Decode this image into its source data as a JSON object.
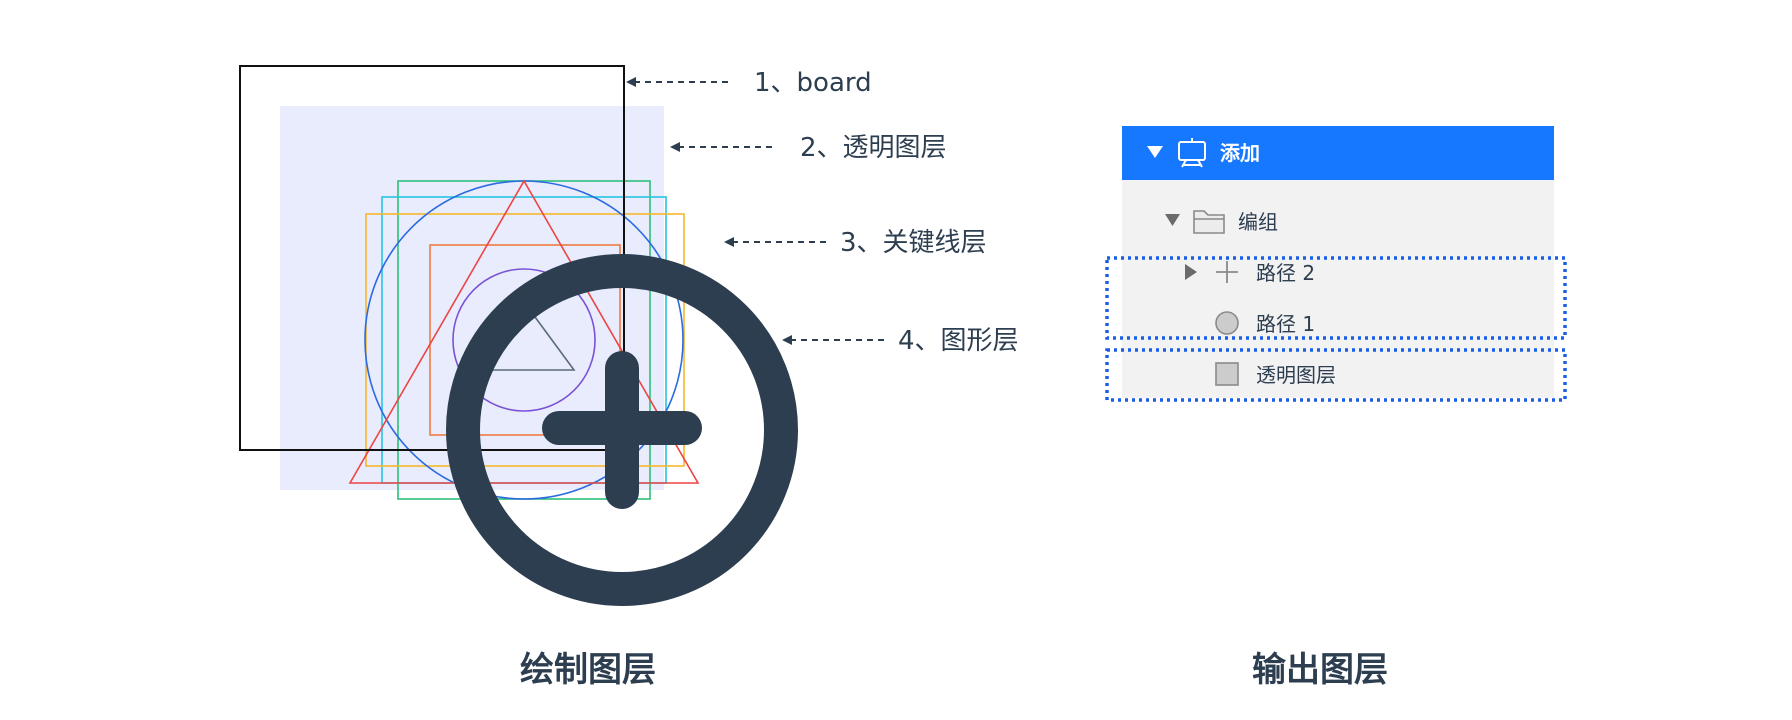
{
  "callouts": {
    "board": "1、board",
    "transparent": "2、透明图层",
    "keyline": "3、关键线层",
    "shape": "4、图形层"
  },
  "captions": {
    "draw": "绘制图层",
    "output": "输出图层"
  },
  "layers_panel": {
    "title": "添加",
    "rows": [
      {
        "label": "编组",
        "icon": "folder-icon"
      },
      {
        "label": "路径 2",
        "icon": "plus-icon"
      },
      {
        "label": "路径 1",
        "icon": "circle-icon"
      },
      {
        "label": "透明图层",
        "icon": "square-icon"
      }
    ]
  },
  "colors": {
    "header_blue": "#1677ff",
    "panel_bg": "#f2f2f2",
    "dark": "#2d3e50",
    "transparent_fill": "#e8ecfd",
    "selection_dots": "#1a5ee6"
  }
}
